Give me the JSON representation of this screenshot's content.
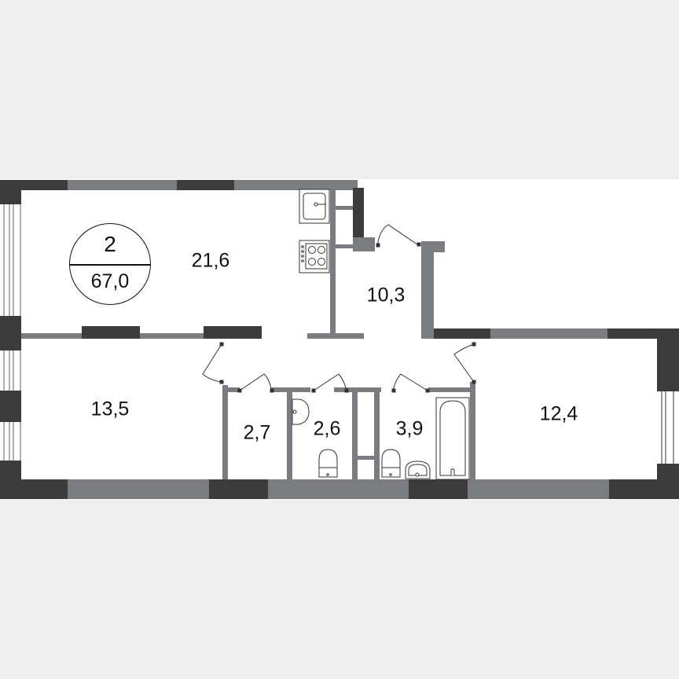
{
  "plan": {
    "summary": {
      "rooms_count": "2",
      "total_area": "67,0"
    },
    "rooms": [
      {
        "id": "living-kitchen",
        "area": "21,6"
      },
      {
        "id": "kitchen-niche",
        "area": "10,3"
      },
      {
        "id": "bedroom-left",
        "area": "13,5"
      },
      {
        "id": "storage",
        "area": "2,7"
      },
      {
        "id": "toilet",
        "area": "2,6"
      },
      {
        "id": "bathroom",
        "area": "3,9"
      },
      {
        "id": "bedroom-right",
        "area": "12,4"
      }
    ],
    "colors": {
      "background": "#efefef",
      "floor": "#ffffff",
      "outer_wall_dark": "#3c3c3c",
      "wall_gray": "#7b7c80",
      "fixture_line": "#333333"
    }
  }
}
